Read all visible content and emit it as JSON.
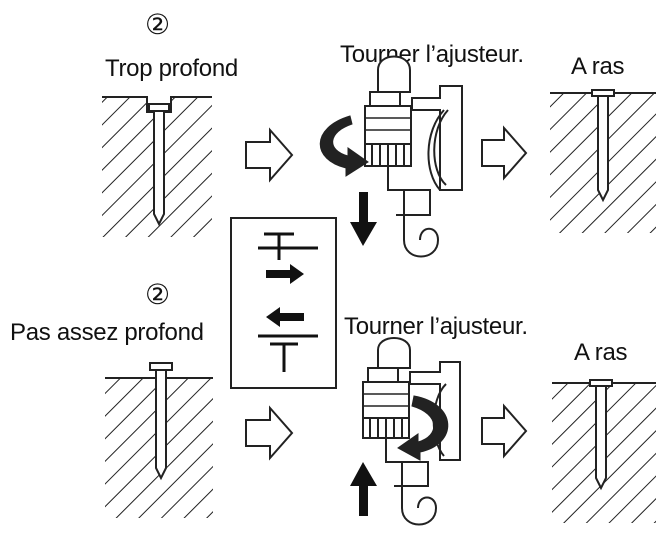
{
  "top_row": {
    "step_marker": "②",
    "state_label": "Trop profond",
    "action_label": "Tourner l’ajusteur.",
    "result_label": "A ras"
  },
  "bottom_row": {
    "step_marker": "②",
    "state_label": "Pas assez profond",
    "action_label": "Tourner l’ajusteur.",
    "result_label": "A ras"
  }
}
